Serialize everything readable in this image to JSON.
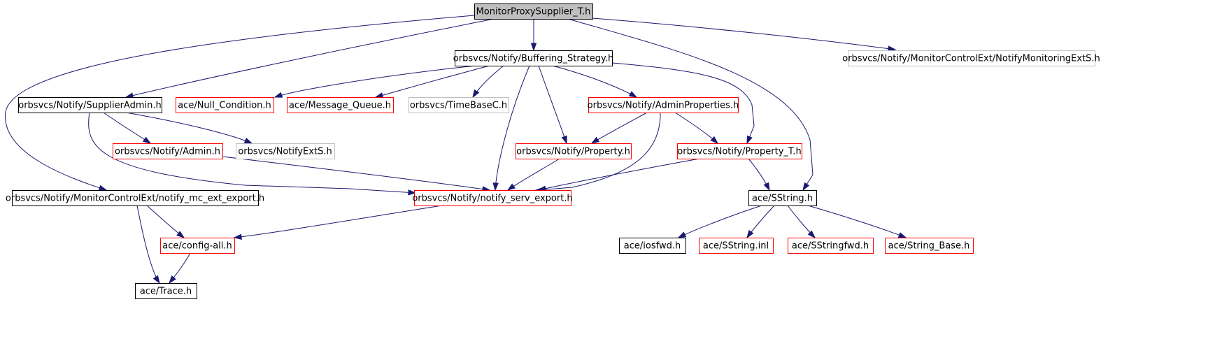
{
  "colors": {
    "edge": "#191970",
    "root_fill": "#bfbfbf",
    "border_black": "#000000",
    "border_red": "#ff0000",
    "border_gray": "#bfbfbf"
  },
  "nodes": [
    {
      "id": "root",
      "label": "MonitorProxySupplier_T.h",
      "style": "root"
    },
    {
      "id": "buffering",
      "label": "orbsvcs/Notify/Buffering_Strategy.h",
      "style": "black"
    },
    {
      "id": "monext",
      "label": "orbsvcs/Notify/MonitorControlExt/NotifyMonitoringExtS.h",
      "style": "gray"
    },
    {
      "id": "supadmin",
      "label": "orbsvcs/Notify/SupplierAdmin.h",
      "style": "black"
    },
    {
      "id": "nullcond",
      "label": "ace/Null_Condition.h",
      "style": "red"
    },
    {
      "id": "msgqueue",
      "label": "ace/Message_Queue.h",
      "style": "red"
    },
    {
      "id": "timebase",
      "label": "orbsvcs/TimeBaseC.h",
      "style": "gray"
    },
    {
      "id": "adminprops",
      "label": "orbsvcs/Notify/AdminProperties.h",
      "style": "red"
    },
    {
      "id": "admin",
      "label": "orbsvcs/Notify/Admin.h",
      "style": "red"
    },
    {
      "id": "notifyext",
      "label": "orbsvcs/NotifyExtS.h",
      "style": "gray"
    },
    {
      "id": "property",
      "label": "orbsvcs/Notify/Property.h",
      "style": "red"
    },
    {
      "id": "propertyt",
      "label": "orbsvcs/Notify/Property_T.h",
      "style": "red"
    },
    {
      "id": "mcexport",
      "label": "orbsvcs/Notify/MonitorControlExt/notify_mc_ext_export.h",
      "style": "black"
    },
    {
      "id": "servexport",
      "label": "orbsvcs/Notify/notify_serv_export.h",
      "style": "red"
    },
    {
      "id": "sstring",
      "label": "ace/SString.h",
      "style": "black"
    },
    {
      "id": "configall",
      "label": "ace/config-all.h",
      "style": "red"
    },
    {
      "id": "iosfwd",
      "label": "ace/iosfwd.h",
      "style": "black"
    },
    {
      "id": "sstringinl",
      "label": "ace/SString.inl",
      "style": "red"
    },
    {
      "id": "sstringfwd",
      "label": "ace/SStringfwd.h",
      "style": "red"
    },
    {
      "id": "stringbase",
      "label": "ace/String_Base.h",
      "style": "red"
    },
    {
      "id": "trace",
      "label": "ace/Trace.h",
      "style": "black"
    }
  ],
  "edges": [
    {
      "from": "root",
      "to": "buffering"
    },
    {
      "from": "root",
      "to": "monext"
    },
    {
      "from": "root",
      "to": "supadmin"
    },
    {
      "from": "root",
      "to": "mcexport"
    },
    {
      "from": "root",
      "to": "sstring"
    },
    {
      "from": "buffering",
      "to": "nullcond"
    },
    {
      "from": "buffering",
      "to": "msgqueue"
    },
    {
      "from": "buffering",
      "to": "timebase"
    },
    {
      "from": "buffering",
      "to": "adminprops"
    },
    {
      "from": "buffering",
      "to": "property"
    },
    {
      "from": "buffering",
      "to": "propertyt"
    },
    {
      "from": "buffering",
      "to": "servexport"
    },
    {
      "from": "supadmin",
      "to": "admin"
    },
    {
      "from": "supadmin",
      "to": "notifyext"
    },
    {
      "from": "supadmin",
      "to": "servexport"
    },
    {
      "from": "adminprops",
      "to": "property"
    },
    {
      "from": "adminprops",
      "to": "propertyt"
    },
    {
      "from": "adminprops",
      "to": "servexport"
    },
    {
      "from": "admin",
      "to": "servexport"
    },
    {
      "from": "property",
      "to": "servexport"
    },
    {
      "from": "propertyt",
      "to": "servexport"
    },
    {
      "from": "propertyt",
      "to": "sstring"
    },
    {
      "from": "mcexport",
      "to": "configall"
    },
    {
      "from": "mcexport",
      "to": "trace"
    },
    {
      "from": "servexport",
      "to": "configall"
    },
    {
      "from": "configall",
      "to": "trace"
    },
    {
      "from": "sstring",
      "to": "iosfwd"
    },
    {
      "from": "sstring",
      "to": "sstringinl"
    },
    {
      "from": "sstring",
      "to": "sstringfwd"
    },
    {
      "from": "sstring",
      "to": "stringbase"
    }
  ]
}
